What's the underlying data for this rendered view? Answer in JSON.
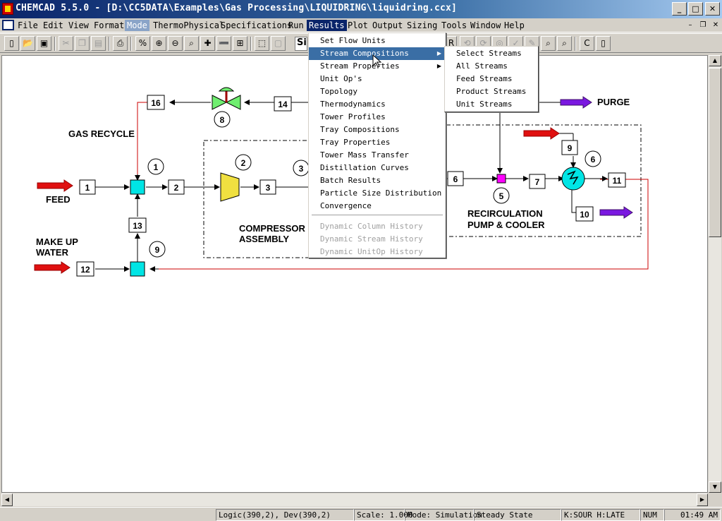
{
  "window": {
    "title": "CHEMCAD 5.5.0 - [D:\\CC5DATA\\Examples\\Gas Processing\\LIQUIDRING\\liquidring.ccx]",
    "minimize": "_",
    "maximize": "□",
    "close": "✕"
  },
  "menubar": {
    "items": [
      "File",
      "Edit",
      "View",
      "Format",
      "Mode",
      "ThermoPhysical",
      "Specifications",
      "Run",
      "Results",
      "Plot",
      "Output",
      "Sizing",
      "Tools",
      "Window",
      "Help"
    ],
    "active": "Results",
    "mdi_minimize": "–",
    "mdi_restore": "❐",
    "mdi_close": "✕"
  },
  "toolbar": {
    "percent_label": "%",
    "text_fragment_left": "Si",
    "text_fragment_right": "R"
  },
  "results_menu": {
    "items": [
      {
        "label": "Set Flow Units",
        "state": "normal",
        "submenu": false
      },
      {
        "label": "Stream Compositions",
        "state": "highlighted",
        "submenu": true
      },
      {
        "label": "Stream Properties",
        "state": "normal",
        "submenu": true
      },
      {
        "label": "Unit Op's",
        "state": "normal",
        "submenu": false
      },
      {
        "label": "Topology",
        "state": "normal",
        "submenu": false
      },
      {
        "label": "Thermodynamics",
        "state": "normal",
        "submenu": false
      },
      {
        "label": "Tower Profiles",
        "state": "normal",
        "submenu": false
      },
      {
        "label": "Tray Compositions",
        "state": "normal",
        "submenu": false
      },
      {
        "label": "Tray Properties",
        "state": "normal",
        "submenu": false
      },
      {
        "label": "Tower Mass Transfer",
        "state": "normal",
        "submenu": false
      },
      {
        "label": "Distillation Curves",
        "state": "normal",
        "submenu": false
      },
      {
        "label": "Batch Results",
        "state": "normal",
        "submenu": false
      },
      {
        "label": "Particle Size Distribution",
        "state": "normal",
        "submenu": false
      },
      {
        "label": "Convergence",
        "state": "normal",
        "submenu": false
      },
      {
        "label": "Dynamic Column History",
        "state": "disabled",
        "submenu": false
      },
      {
        "label": "Dynamic Stream History",
        "state": "disabled",
        "submenu": false
      },
      {
        "label": "Dynamic UnitOp History",
        "state": "disabled",
        "submenu": false
      }
    ]
  },
  "stream_compositions_submenu": {
    "items": [
      "Select Streams",
      "All Streams",
      "Feed Streams",
      "Product Streams",
      "Unit Streams"
    ]
  },
  "flowsheet": {
    "labels": {
      "feed": "FEED",
      "gas_recycle": "GAS RECYCLE",
      "make_up_1": "MAKE UP",
      "make_up_2": "WATER",
      "compressor_1": "COMPRESSOR",
      "compressor_2": "ASSEMBLY",
      "recirc_1": "RECIRCULATION",
      "recirc_2": "PUMP & COOLER",
      "purge": "PURGE"
    },
    "stream_numbers": [
      "1",
      "2",
      "3",
      "6",
      "7",
      "9",
      "10",
      "11",
      "12",
      "13",
      "14",
      "16"
    ],
    "unit_numbers": [
      "1",
      "2",
      "3",
      "5",
      "6",
      "8",
      "9"
    ],
    "colors": {
      "feed_arrow": "#e01010",
      "product_arrow": "#7a18e0",
      "mixer": "#00e5e5",
      "mixer_5": "#ff00ff",
      "compressor": "#f0e040",
      "valve": "#70ee70",
      "recycle_line": "#cc0000"
    }
  },
  "statusbar": {
    "logic": "Logic(390,2), Dev(390,2)",
    "scale": "Scale: 1.000",
    "mode": "Mode: Simulation",
    "state": "Steady State",
    "kvalue": "K:SOUR H:LATE",
    "num": "NUM",
    "time": "01:49 AM"
  }
}
